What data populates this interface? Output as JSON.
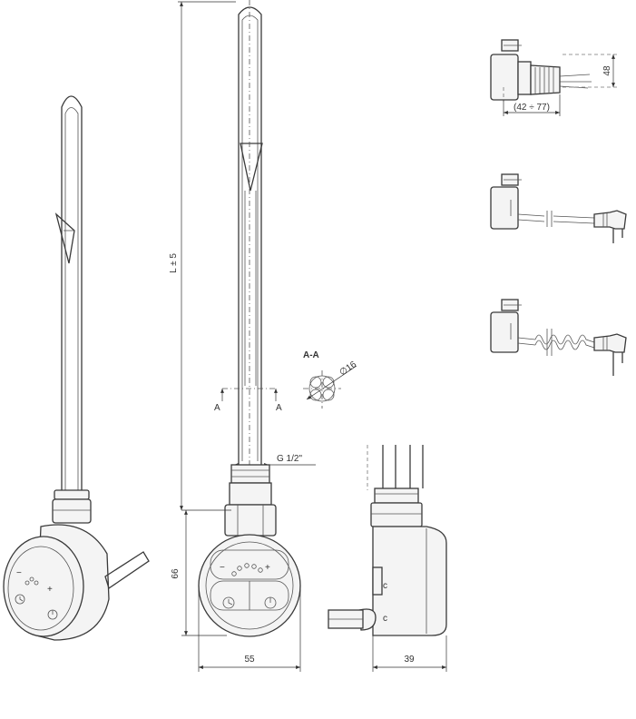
{
  "dimensions": {
    "length": "L ± 5",
    "thread": "G 1/2\"",
    "head_height": "66",
    "head_width": "55",
    "head_depth": "39",
    "section_label": "A-A",
    "section_mark_left": "A",
    "section_mark_right": "A",
    "diameter": "∅16",
    "variant_height": "48",
    "variant_length": "(42 ÷ 77)"
  },
  "panel": {
    "minus": "−",
    "plus": "+"
  },
  "icons": [
    "clock-icon",
    "power-icon",
    "minus-icon",
    "plus-icon",
    "plug-icon"
  ]
}
